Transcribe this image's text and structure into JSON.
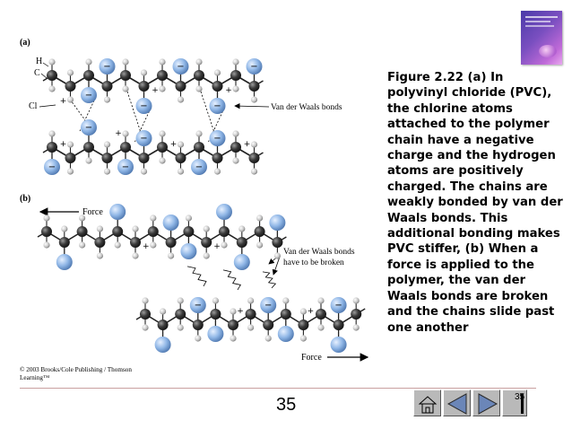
{
  "figure": {
    "panel_a_label": "(a)",
    "panel_b_label": "(b)",
    "atom_h_label": "H",
    "atom_c_label": "C",
    "atom_cl_label": "Cl",
    "vdw_label_a": "Van der Waals bonds",
    "vdw_label_b": "Van der Waals bonds\nhave to be broken",
    "force_left_label": "Force",
    "force_right_label": "Force",
    "negative_sign": "−",
    "positive_sign": "+"
  },
  "caption": {
    "text": "Figure 2.22  (a)  In polyvinyl chloride (PVC), the chlorine atoms attached to the polymer chain have a negative charge and the hydrogen atoms are positively charged.  The chains are weakly bonded by van der Waals bonds.  This additional bonding makes PVC stiffer, (b) When a force is applied to the polymer, the van der Waals bonds are broken and the chains slide past one another"
  },
  "copyright": {
    "text": "© 2003 Brooks/Cole Publishing / Thomson Learning™"
  },
  "footer": {
    "slide_number": "35",
    "nav_page": "35"
  },
  "colors": {
    "carbon": "#3a3a3a",
    "hydrogen": "#c8c8c8",
    "chlorine": "#8fb6e6",
    "divider": "#c9a0a0",
    "nav_button": "#b9b9b9",
    "nav_arrow": "#6b86b8"
  },
  "icons": {
    "book_cover": "book-cover-thumbnail",
    "home": "home-icon",
    "prev": "previous-arrow-icon",
    "next": "next-arrow-icon",
    "end": "end-marker-icon"
  }
}
